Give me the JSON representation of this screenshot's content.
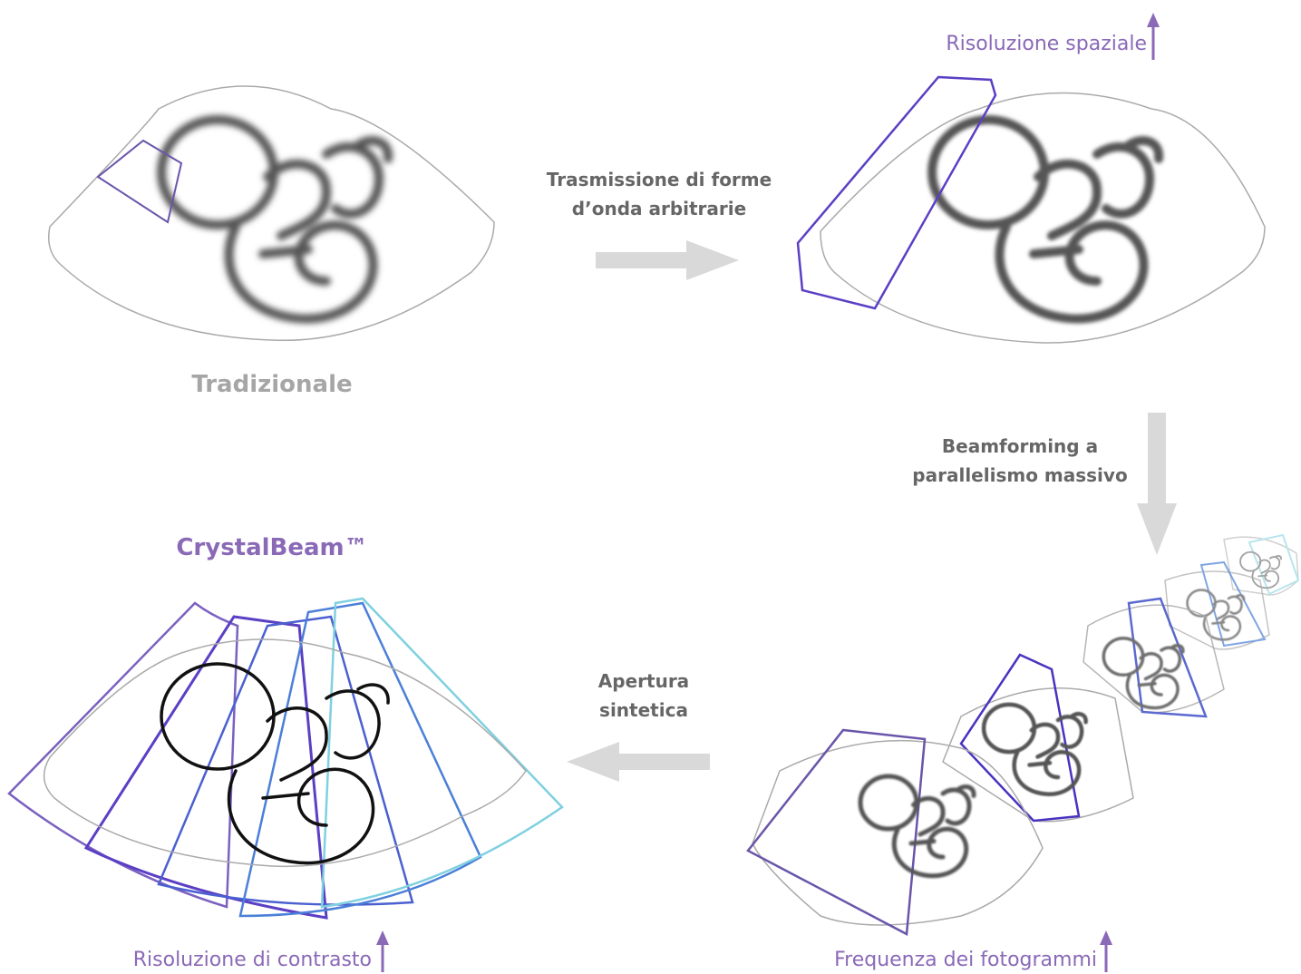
{
  "stages": {
    "traditional": {
      "label": "Tradizionale"
    },
    "crystalbeam": {
      "label": "CrystalBeam™"
    }
  },
  "steps": {
    "arbitrary_waveform": {
      "line1": "Trasmissione di forme",
      "line2": "d’onda arbitrarie"
    },
    "beamforming": {
      "line1": "Beamforming a",
      "line2": "parallelismo massivo"
    },
    "synthetic_aperture": {
      "line1": "Apertura",
      "line2": "sintetica"
    }
  },
  "metrics": {
    "spatial_resolution": "Risoluzione spaziale",
    "frame_rate": "Frequenza dei fotogrammi",
    "contrast_resolution": "Risoluzione di contrasto"
  },
  "colors": {
    "accent_purple": "#8a69b7",
    "arrow_gray": "#d9d9d9",
    "beam_violet": "#5b3fc4",
    "beam_blue": "#4b7fd8",
    "beam_cyan": "#7fd0e0"
  }
}
